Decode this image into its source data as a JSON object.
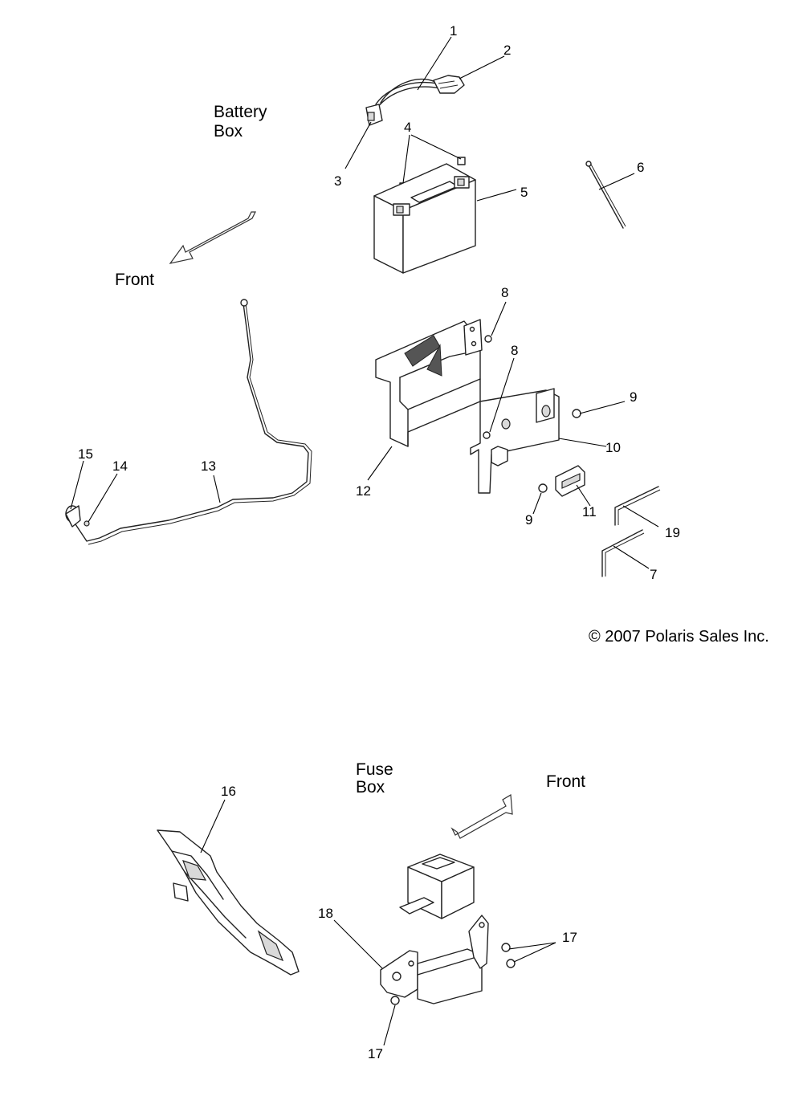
{
  "battery_section": {
    "title_line1": "Battery",
    "title_line2": "Box",
    "front_label": "Front"
  },
  "fuse_section": {
    "title_line1": "Fuse",
    "title_line2": "Box",
    "front_label": "Front"
  },
  "copyright": "© 2007 Polaris Sales Inc.",
  "callouts": {
    "c1": "1",
    "c2": "2",
    "c3": "3",
    "c4": "4",
    "c5": "5",
    "c6": "6",
    "c7": "7",
    "c8a": "8",
    "c8b": "8",
    "c9a": "9",
    "c9b": "9",
    "c10": "10",
    "c11": "11",
    "c12": "12",
    "c13": "13",
    "c14": "14",
    "c15": "15",
    "c16": "16",
    "c17a": "17",
    "c17b": "17",
    "c18": "18",
    "c19": "19"
  }
}
